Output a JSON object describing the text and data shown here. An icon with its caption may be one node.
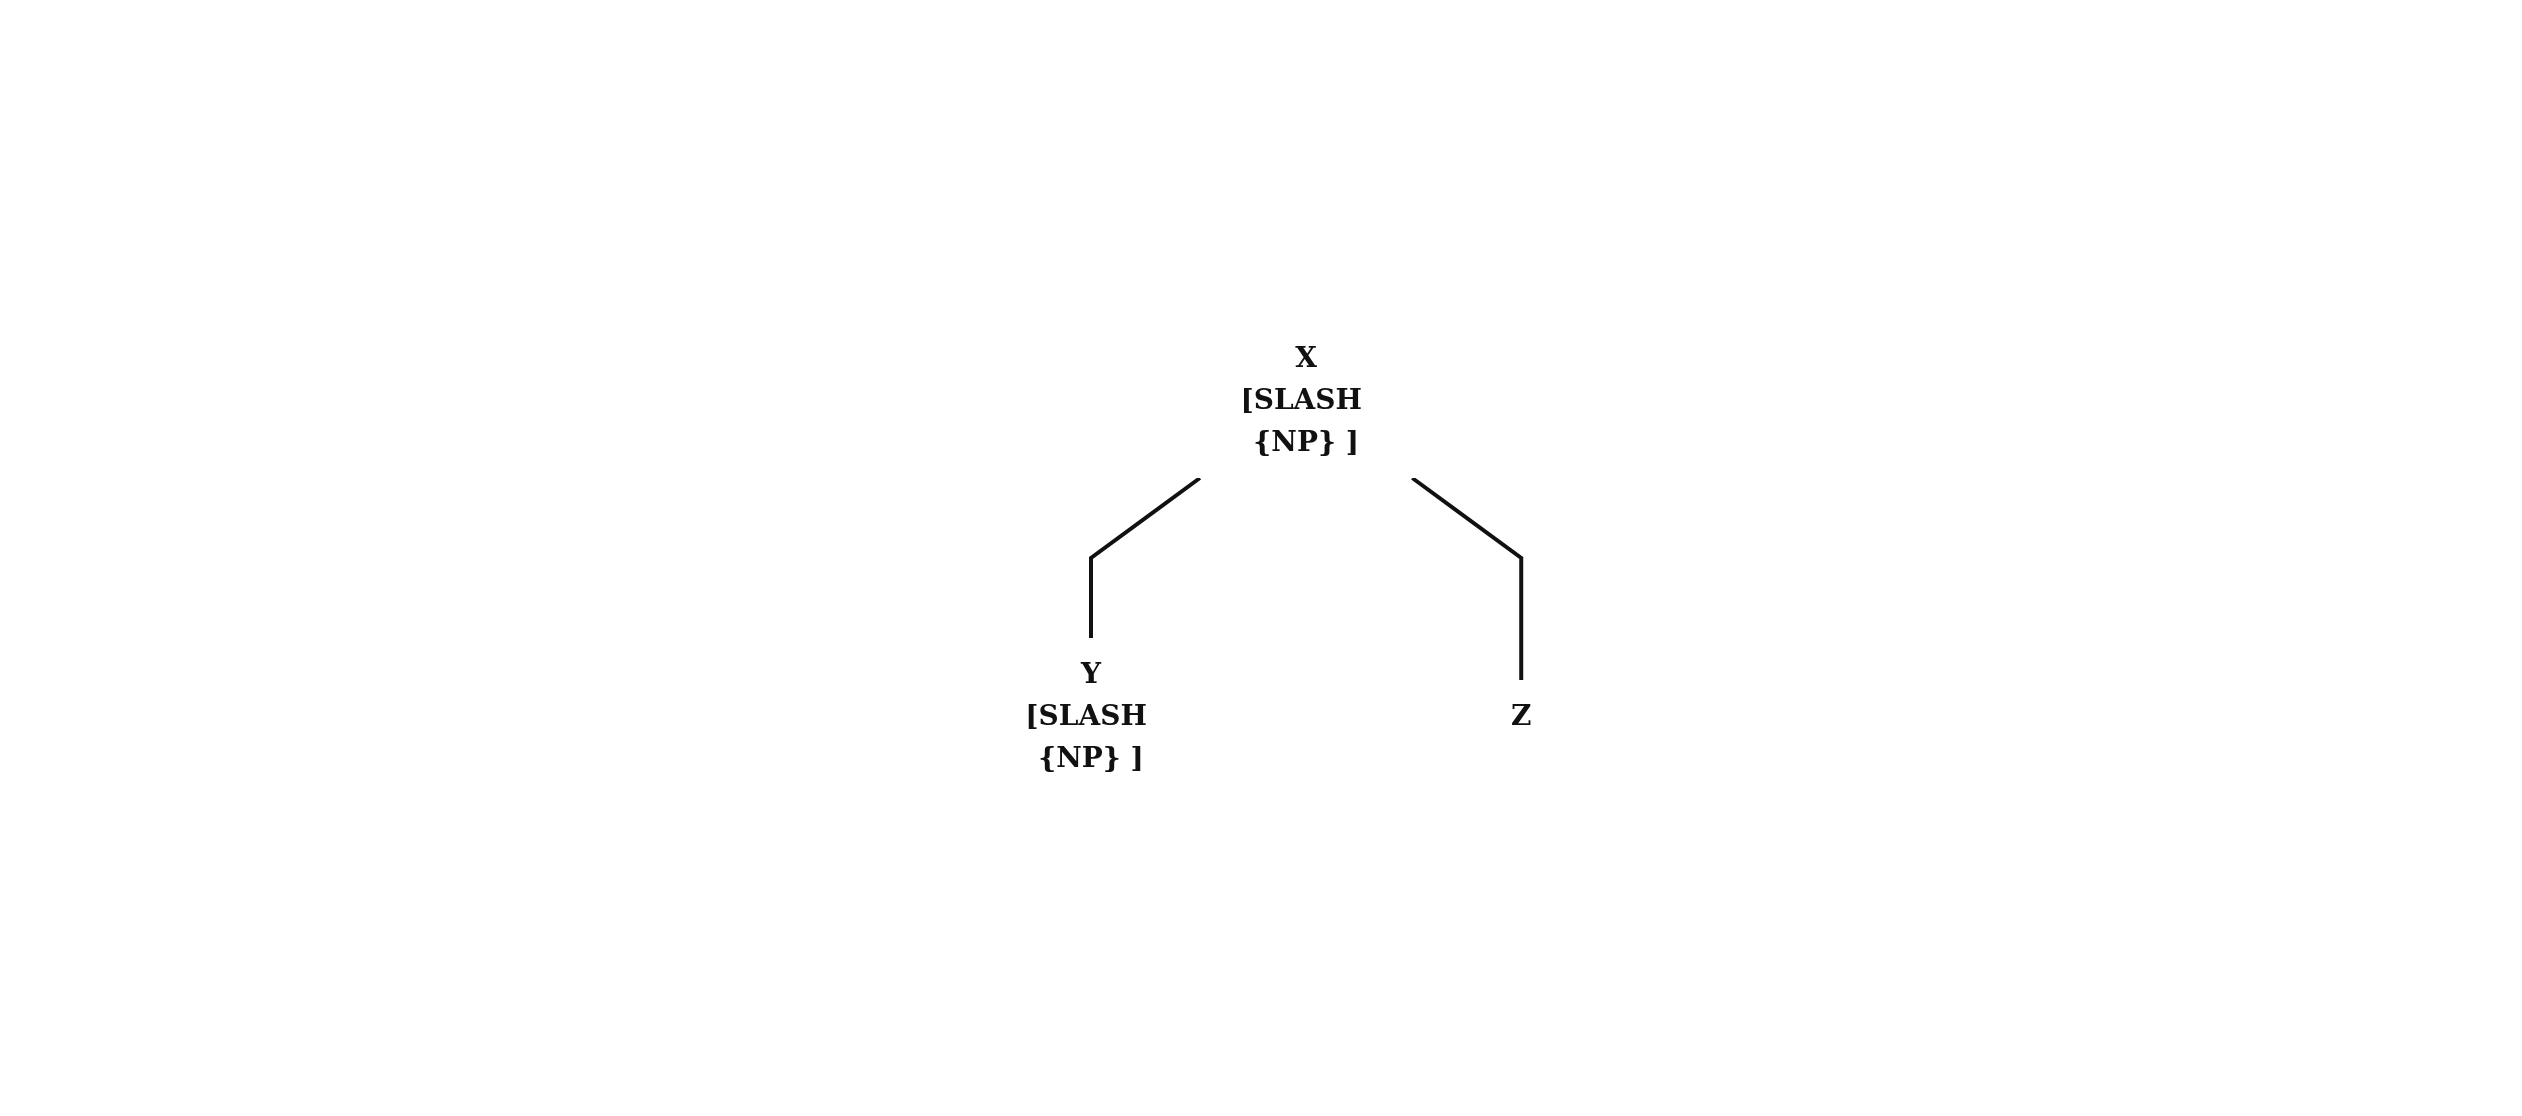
{
  "diagram": {
    "nodes": [
      {
        "text": [
          "X",
          "[SLASH {NP} ]"
        ]
      },
      {
        "text": [
          "Y",
          "[SLASH {NP} ]"
        ]
      },
      {
        "text": [
          "Z"
        ]
      }
    ],
    "edges": [
      {
        "from": 0,
        "to": 1,
        "arrow": "none"
      },
      {
        "from": 0,
        "to": 2,
        "arrow": "none"
      }
    ]
  }
}
